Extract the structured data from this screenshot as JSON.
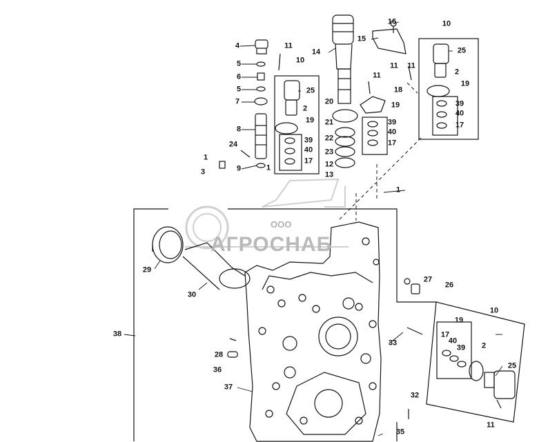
{
  "watermark": {
    "company_prefix": "ООО",
    "company_name": "АГРОСНАБ"
  },
  "callouts": [
    {
      "id": "c16",
      "text": "16"
    },
    {
      "id": "c15",
      "text": "15"
    },
    {
      "id": "c14",
      "text": "14"
    },
    {
      "id": "c10a",
      "text": "10"
    },
    {
      "id": "c10b",
      "text": "10"
    },
    {
      "id": "c10c",
      "text": "10"
    },
    {
      "id": "c4",
      "text": "4"
    },
    {
      "id": "c5a",
      "text": "5"
    },
    {
      "id": "c6",
      "text": "6"
    },
    {
      "id": "c5b",
      "text": "5"
    },
    {
      "id": "c7",
      "text": "7"
    },
    {
      "id": "c8",
      "text": "8"
    },
    {
      "id": "c24",
      "text": "24"
    },
    {
      "id": "c9",
      "text": "9"
    },
    {
      "id": "c1a",
      "text": "1"
    },
    {
      "id": "c1b",
      "text": "1"
    },
    {
      "id": "c3",
      "text": "3"
    },
    {
      "id": "c11a",
      "text": "11"
    },
    {
      "id": "c11b",
      "text": "11"
    },
    {
      "id": "c11c",
      "text": "11"
    },
    {
      "id": "c11d",
      "text": "11"
    },
    {
      "id": "c25a",
      "text": "25"
    },
    {
      "id": "c25b",
      "text": "25"
    },
    {
      "id": "c25c",
      "text": "25"
    },
    {
      "id": "c2a",
      "text": "2"
    },
    {
      "id": "c2b",
      "text": "2"
    },
    {
      "id": "c2c",
      "text": "2"
    },
    {
      "id": "c19a",
      "text": "19"
    },
    {
      "id": "c19b",
      "text": "19"
    },
    {
      "id": "c19c",
      "text": "19"
    },
    {
      "id": "c19d",
      "text": "19"
    },
    {
      "id": "c39a",
      "text": "39"
    },
    {
      "id": "c40a",
      "text": "40"
    },
    {
      "id": "c17a",
      "text": "17"
    },
    {
      "id": "c39b",
      "text": "39"
    },
    {
      "id": "c40b",
      "text": "40"
    },
    {
      "id": "c17b",
      "text": "17"
    },
    {
      "id": "c39c",
      "text": "39"
    },
    {
      "id": "c40c",
      "text": "40"
    },
    {
      "id": "c17c",
      "text": "17"
    },
    {
      "id": "c17d",
      "text": "17"
    },
    {
      "id": "c40d",
      "text": "40"
    },
    {
      "id": "c39d",
      "text": "39"
    },
    {
      "id": "c18",
      "text": "18"
    },
    {
      "id": "c20",
      "text": "20"
    },
    {
      "id": "c21",
      "text": "21"
    },
    {
      "id": "c22",
      "text": "22"
    },
    {
      "id": "c23",
      "text": "23"
    },
    {
      "id": "c12",
      "text": "12"
    },
    {
      "id": "c13",
      "text": "13"
    },
    {
      "id": "c1c",
      "text": "1"
    },
    {
      "id": "c29",
      "text": "29"
    },
    {
      "id": "c30",
      "text": "30"
    },
    {
      "id": "c27",
      "text": "27"
    },
    {
      "id": "c26",
      "text": "26"
    },
    {
      "id": "c38",
      "text": "38"
    },
    {
      "id": "c33",
      "text": "33"
    },
    {
      "id": "c28",
      "text": "28"
    },
    {
      "id": "c36",
      "text": "36"
    },
    {
      "id": "c37",
      "text": "37"
    },
    {
      "id": "c32",
      "text": "32"
    },
    {
      "id": "c35",
      "text": "35"
    },
    {
      "id": "c11e",
      "text": "11"
    }
  ]
}
